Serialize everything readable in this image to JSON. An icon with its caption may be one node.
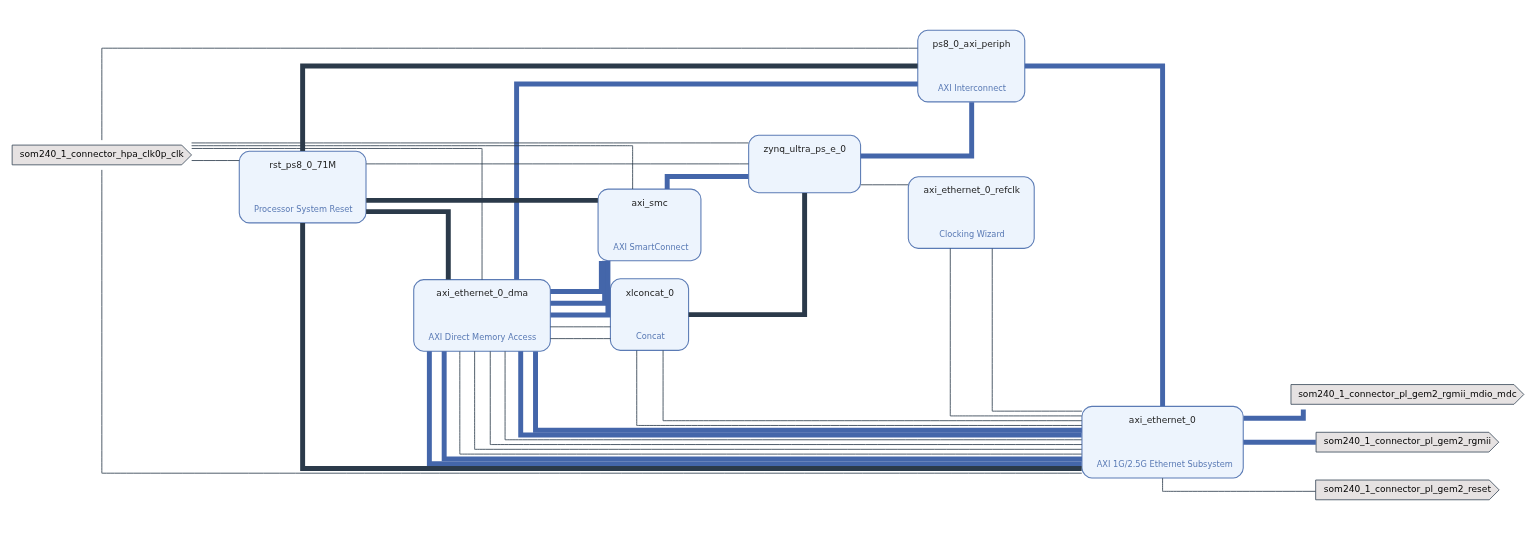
{
  "diagram": {
    "nodes": [
      {
        "text": [
          "ps8_0_axi_periph",
          "AXI Interconnect"
        ]
      },
      {
        "text": [
          "xlconcat_0",
          "Concat"
        ]
      },
      {
        "text": [
          "axi_smc",
          "AXI SmartConnect"
        ]
      },
      {
        "text": [
          "zynq_ultra_ps_e_0"
        ]
      },
      {
        "text": [
          "axi_ethernet_0_dma",
          "AXI Direct Memory Access"
        ]
      },
      {
        "text": [
          "axi_ethernet_0",
          "AXI 1G/2.5G Ethernet Subsystem"
        ]
      },
      {
        "text": [
          "som240_1_connector_pl_gem2_rgmii_mdio_mdc"
        ]
      },
      {
        "text": [
          "som240_1_connector_pl_gem2_rgmii"
        ]
      },
      {
        "text": [
          "som240_1_connector_hpa_clk0p_clk"
        ]
      },
      {
        "text": [
          "axi_ethernet_0_refclk",
          "Clocking Wizard"
        ]
      },
      {
        "text": [
          "som240_1_connector_pl_gem2_reset"
        ]
      },
      {
        "text": [
          "rst_ps8_0_71M",
          "Processor System Reset"
        ]
      }
    ],
    "edges": [
      {
        "from": 3,
        "to": 0,
        "arrow": "none",
        "style": "thick",
        "color": "#4466aa"
      },
      {
        "from": 0,
        "to": 5,
        "arrow": "none",
        "style": "thick",
        "color": "#4466aa"
      },
      {
        "from": 0,
        "to": 4,
        "arrow": "none",
        "style": "thick",
        "color": "#4466aa"
      },
      {
        "from": 4,
        "to": 2,
        "arrow": "none",
        "style": "thick",
        "color": "#4466aa"
      },
      {
        "from": 4,
        "to": 2,
        "arrow": "none",
        "style": "thick",
        "color": "#4466aa"
      },
      {
        "from": 4,
        "to": 2,
        "arrow": "none",
        "style": "thick",
        "color": "#4466aa"
      },
      {
        "from": 2,
        "to": 3,
        "arrow": "none",
        "style": "thick",
        "color": "#4466aa"
      },
      {
        "from": 4,
        "to": 5,
        "arrow": "none",
        "style": "thick",
        "color": "#4466aa"
      },
      {
        "from": 4,
        "to": 5,
        "arrow": "none",
        "style": "thick",
        "color": "#4466aa"
      },
      {
        "from": 5,
        "to": 4,
        "arrow": "none",
        "style": "thick",
        "color": "#4466aa"
      },
      {
        "from": 5,
        "to": 4,
        "arrow": "none",
        "style": "thick",
        "color": "#4466aa"
      },
      {
        "from": 5,
        "to": 6,
        "arrow": "none",
        "style": "thick",
        "color": "#4466aa"
      },
      {
        "from": 5,
        "to": 7,
        "arrow": "none",
        "style": "thick",
        "color": "#4466aa"
      },
      {
        "from": 8,
        "to": 11,
        "arrow": "none"
      },
      {
        "from": 8,
        "to": 4,
        "arrow": "none"
      },
      {
        "from": 8,
        "to": 2,
        "arrow": "none"
      },
      {
        "from": 8,
        "to": 3,
        "arrow": "none"
      },
      {
        "from": 8,
        "to": 0,
        "arrow": "none"
      },
      {
        "from": 8,
        "to": 5,
        "arrow": "none"
      },
      {
        "from": 3,
        "to": 11,
        "arrow": "none"
      },
      {
        "from": 3,
        "to": 9,
        "arrow": "none"
      },
      {
        "from": 11,
        "to": 4,
        "arrow": "none",
        "style": "thick"
      },
      {
        "from": 11,
        "to": 2,
        "arrow": "none",
        "style": "thick"
      },
      {
        "from": 11,
        "to": 0,
        "arrow": "none",
        "style": "thick"
      },
      {
        "from": 11,
        "to": 5,
        "arrow": "none",
        "style": "thick"
      },
      {
        "from": 9,
        "to": 5,
        "arrow": "none"
      },
      {
        "from": 9,
        "to": 5,
        "arrow": "none"
      },
      {
        "from": 4,
        "to": 1,
        "arrow": "none"
      },
      {
        "from": 4,
        "to": 1,
        "arrow": "none"
      },
      {
        "from": 5,
        "to": 1,
        "arrow": "none"
      },
      {
        "from": 5,
        "to": 1,
        "arrow": "none"
      },
      {
        "from": 1,
        "to": 3,
        "arrow": "none",
        "style": "thick"
      },
      {
        "from": 4,
        "to": 5,
        "arrow": "none"
      },
      {
        "from": 4,
        "to": 5,
        "arrow": "none"
      },
      {
        "from": 4,
        "to": 5,
        "arrow": "none"
      },
      {
        "from": 4,
        "to": 5,
        "arrow": "none"
      },
      {
        "from": 5,
        "to": 10,
        "arrow": "none"
      }
    ]
  }
}
